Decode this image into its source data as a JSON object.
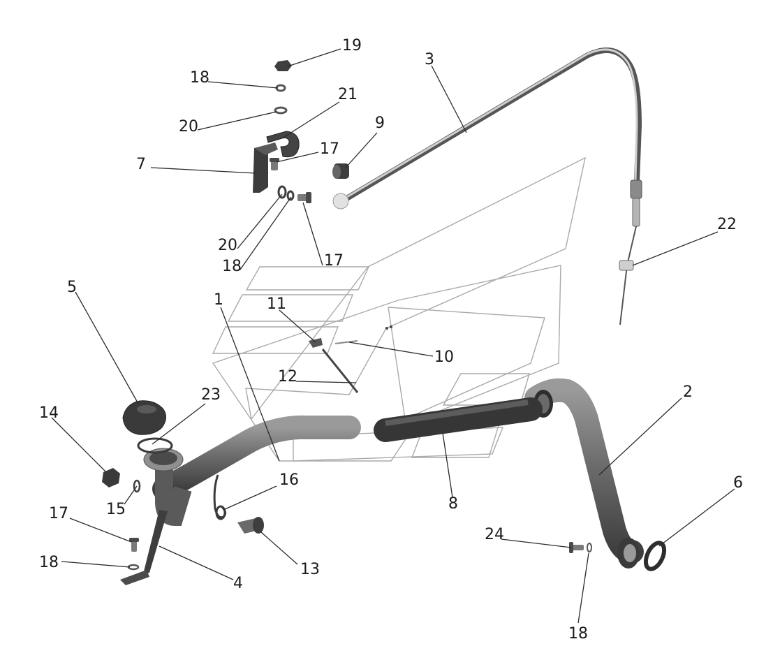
{
  "diagram": {
    "colors": {
      "part_dark": "#4a4a4a",
      "part_mid": "#6f6f6f",
      "part_light": "#9c9c9c",
      "highlight": "#d9d9d9",
      "ghost_outline": "#a9a9a9",
      "leader": "#2a2a2a",
      "label": "#1a1a1a"
    },
    "callouts": {
      "c1": "1",
      "c2": "2",
      "c3": "3",
      "c4": "4",
      "c5": "5",
      "c6": "6",
      "c7": "7",
      "c8": "8",
      "c9": "9",
      "c10": "10",
      "c11": "11",
      "c12": "12",
      "c13": "13",
      "c14": "14",
      "c15": "15",
      "c16": "16",
      "c17a": "17",
      "c17b": "17",
      "c17c": "17",
      "c18a": "18",
      "c18b": "18",
      "c18c": "18",
      "c18d": "18",
      "c19": "19",
      "c20a": "20",
      "c20b": "20",
      "c21": "21",
      "c22": "22",
      "c23": "23",
      "c24": "24"
    }
  }
}
